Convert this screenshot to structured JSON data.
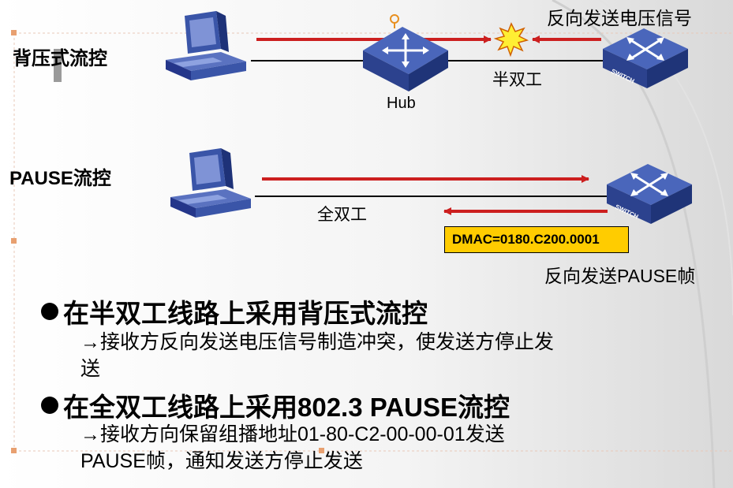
{
  "backpressure": {
    "label": "背压式流控",
    "hub_label": "Hub",
    "half_duplex_label": "半双工",
    "reverse_signal_label": "反向发送电压信号"
  },
  "pause": {
    "label": "PAUSE流控",
    "full_duplex_label": "全双工",
    "dmac": "DMAC=0180.C200.0001",
    "reverse_pause_label": "反向发送PAUSE帧"
  },
  "switch_text": "SWITCH",
  "bullets": [
    {
      "head": "在半双工线路上采用背压式流控",
      "body_line1": "→接收方反向发送电压信号制造冲突，使发送方停止发",
      "body_line2": "送"
    },
    {
      "head": "在全双工线路上采用802.3 PAUSE流控",
      "body_line1": "→接收方向保留组播地址01-80-C2-00-00-01发送",
      "body_line2": "PAUSE帧，通知发送方停止发送"
    }
  ],
  "colors": {
    "arrow": "#cc1f1f",
    "device_blue": "#3a55a8",
    "highlight": "#ffcc00"
  }
}
